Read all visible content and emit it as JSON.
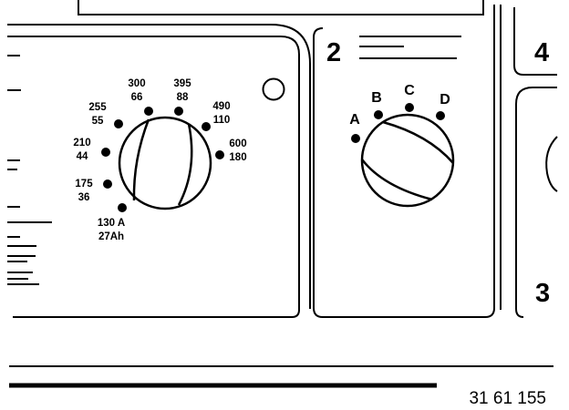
{
  "panel_left": {
    "current_settings": [
      {
        "amps": "130 A",
        "ah": "27Ah"
      },
      {
        "amps": "175",
        "ah": "36"
      },
      {
        "amps": "210",
        "ah": "44"
      },
      {
        "amps": "255",
        "ah": "55"
      },
      {
        "amps": "300",
        "ah": "66"
      },
      {
        "amps": "395",
        "ah": "88"
      },
      {
        "amps": "490",
        "ah": "110"
      },
      {
        "amps": "600",
        "ah": "180"
      }
    ]
  },
  "panel_2": {
    "number": "2",
    "positions": [
      "A",
      "B",
      "C",
      "D"
    ]
  },
  "panel_3": {
    "number": "3"
  },
  "panel_4": {
    "number": "4"
  },
  "document_number": "31 61 155"
}
